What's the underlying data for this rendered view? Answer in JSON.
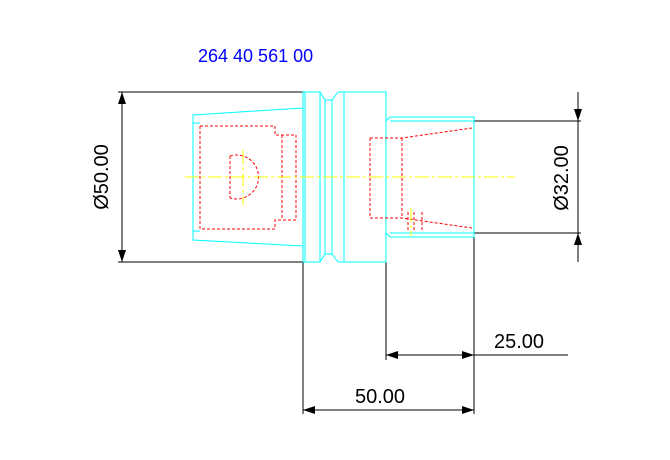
{
  "part_number": "264 40 561 00",
  "dimensions": {
    "outer_diameter": "Ø50.00",
    "shank_diameter": "Ø32.00",
    "overall_length": "50.00",
    "shank_length": "25.00"
  },
  "colors": {
    "part_number": "#0000ff",
    "outline": "#00ffff",
    "hidden_lines": "#ff0000",
    "centerline": "#ffff00",
    "dimension_lines": "#000000",
    "background": "#ffffff"
  }
}
